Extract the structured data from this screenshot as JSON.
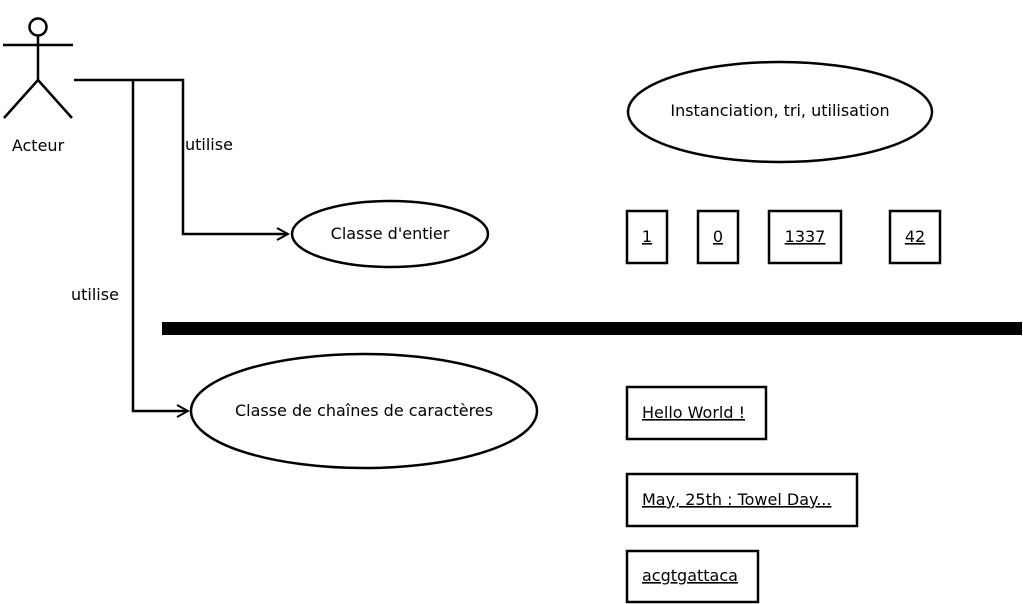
{
  "actor": {
    "label": "Acteur"
  },
  "edges": [
    {
      "label": "utilise"
    },
    {
      "label": "utilise"
    }
  ],
  "use_cases": {
    "integer_class": "Classe d'entier",
    "string_class": "Classe de chaînes de caractères",
    "instantiation": "Instanciation, tri, utilisation"
  },
  "integer_instances": [
    "1",
    "0",
    "1337",
    "42"
  ],
  "string_instances": [
    "Hello World !",
    "May, 25th : Towel Day...",
    "acgtgattaca"
  ]
}
